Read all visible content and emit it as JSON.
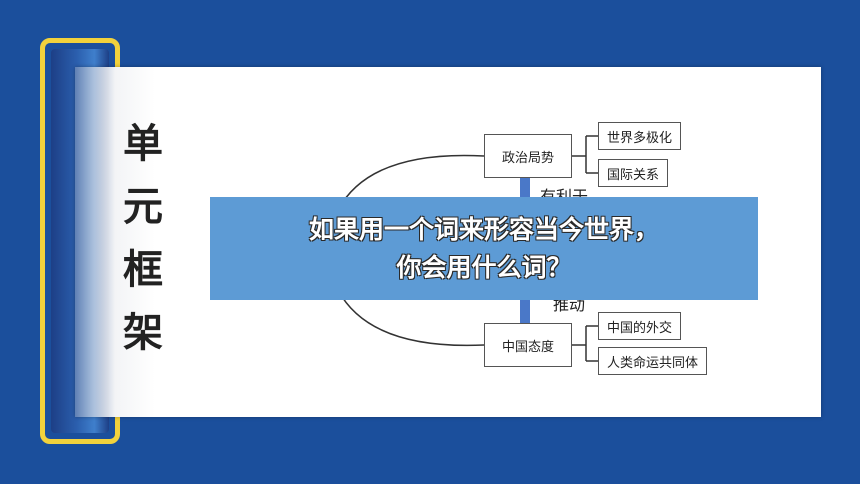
{
  "title_chars": [
    "单",
    "元",
    "框",
    "架"
  ],
  "mindmap": {
    "top_box": "政治局势",
    "bottom_box": "中国态度",
    "top_leaves": [
      "世界多极化",
      "国际关系"
    ],
    "bottom_leaves": [
      "中国的外交",
      "人类命运共同体"
    ],
    "mid_text_top": "有利于",
    "mid_text_bottom": "推动"
  },
  "banner": {
    "line1": "如果用一个词来形容当今世界，",
    "line2": "你会用什么词？"
  },
  "colors": {
    "background": "#1b4f9c",
    "roller_frame": "#f2d23c",
    "banner": "#5d9bd5",
    "connector": "#4a78c8"
  }
}
